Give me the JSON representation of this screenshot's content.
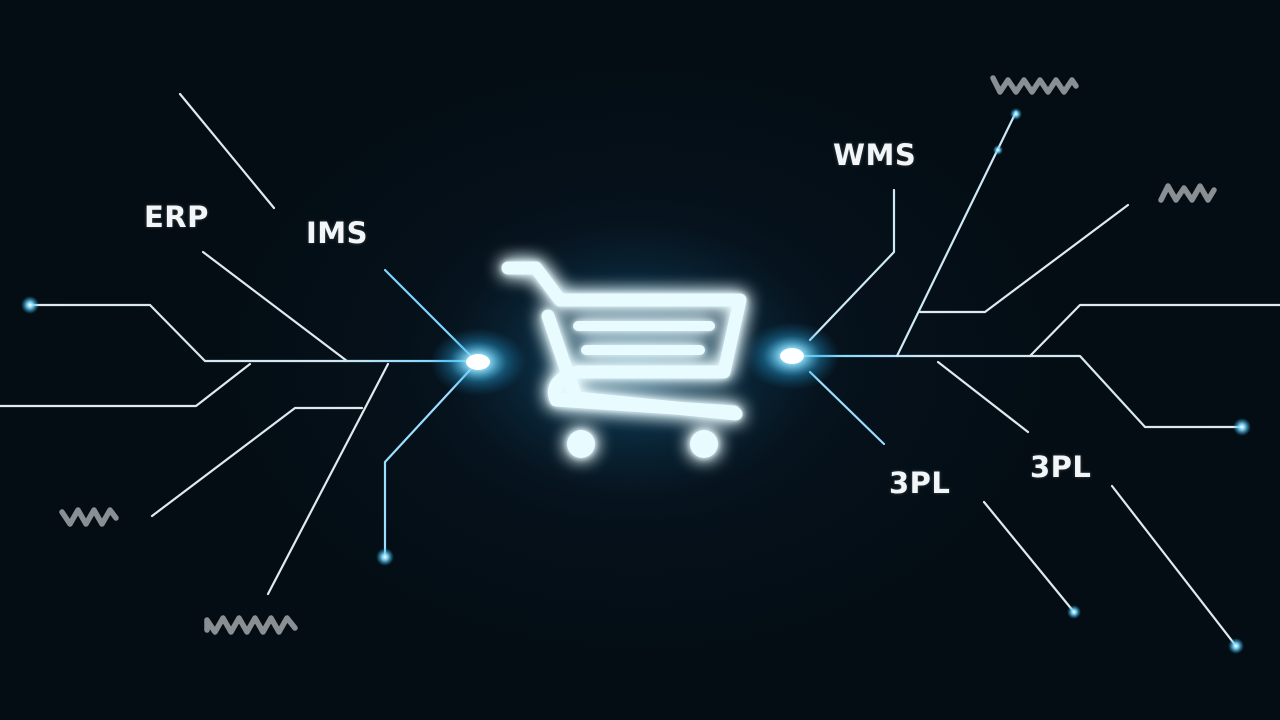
{
  "labels": {
    "erp": "ERP",
    "ims": "IMS",
    "wms": "WMS",
    "tpl_left": "3PL",
    "tpl_right": "3PL"
  },
  "colors": {
    "background": "#050e15",
    "line": "#dfe9ee",
    "glow": "#3fc3ff",
    "cart": "#e8fbff",
    "squiggle": "#8a8f93"
  },
  "icons": {
    "center": "shopping-cart-icon",
    "placeholder_text": "squiggle-icon"
  }
}
